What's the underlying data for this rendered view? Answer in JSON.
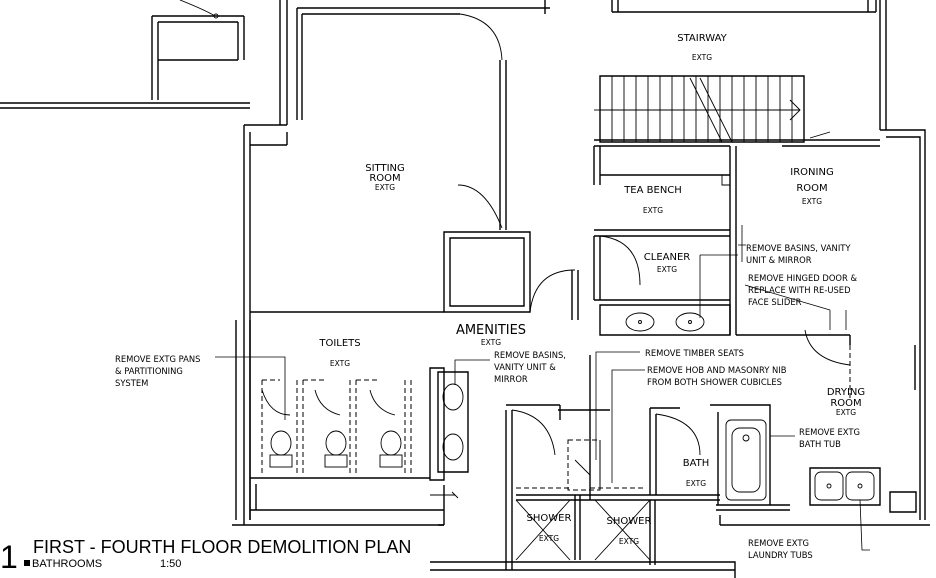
{
  "rooms": {
    "stairway": "STAIRWAY",
    "stairway_extg": "EXTG",
    "sitting_1": "SITTING",
    "sitting_2": "ROOM",
    "sitting_extg": "EXTG",
    "tea_bench": "TEA BENCH",
    "tea_extg": "EXTG",
    "ironing_1": "IRONING",
    "ironing_2": "ROOM",
    "ironing_extg": "EXTG",
    "cleaner": "CLEANER",
    "cleaner_extg": "EXTG",
    "amenities": "AMENITIES",
    "amenities_extg": "EXTG",
    "toilets": "TOILETS",
    "toilets_extg": "EXTG",
    "drying_1": "DRYING",
    "drying_2": "ROOM",
    "drying_extg": "EXTG",
    "bath": "BATH",
    "bath_extg": "EXTG",
    "shower_1": "SHOWER",
    "shower_1_extg": "EXTG",
    "shower_2": "SHOWER",
    "shower_2_extg": "EXTG"
  },
  "notes": {
    "basins_cleaner": [
      "REMOVE BASINS, VANITY",
      "UNIT & MIRROR"
    ],
    "hinged_door": [
      "REMOVE HINGED DOOR &",
      "REPLACE WITH RE-USED",
      "FACE SLIDER"
    ],
    "pans": [
      "REMOVE EXTG PANS",
      "& PARTITIONING",
      "SYSTEM"
    ],
    "basins_amenities": [
      "REMOVE BASINS,",
      "VANITY UNIT &",
      "MIRROR"
    ],
    "timber_seats": [
      "REMOVE TIMBER SEATS"
    ],
    "hob": [
      "REMOVE HOB AND MASONRY NIB",
      "FROM BOTH SHOWER CUBICLES"
    ],
    "bath_tub": [
      "REMOVE EXTG",
      "BATH TUB"
    ],
    "laundry": [
      "REMOVE EXTG",
      "LAUNDRY TUBS"
    ]
  },
  "title_block": {
    "number": "1",
    "title": "FIRST - FOURTH FLOOR DEMOLITION PLAN",
    "subtitle": "BATHROOMS",
    "scale": "1:50"
  }
}
